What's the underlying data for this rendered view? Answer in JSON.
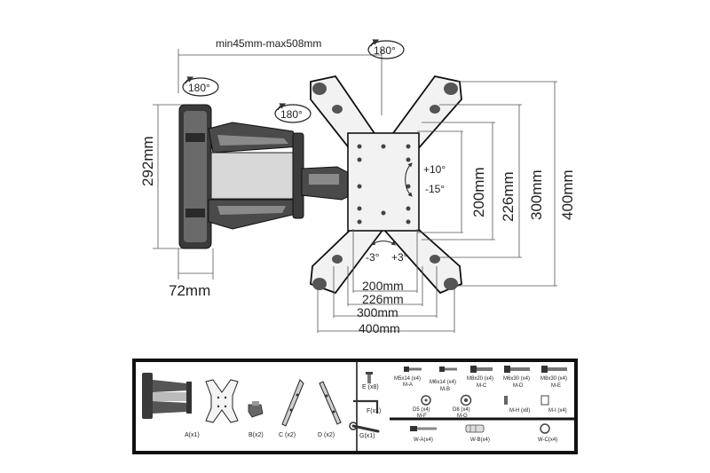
{
  "diagram": {
    "dimensions": {
      "extension": "min45mm-max508mm",
      "height_arm": "292mm",
      "depth_wall": "72mm",
      "v200": "200mm",
      "v226": "226mm",
      "v300": "300mm",
      "v400": "400mm",
      "h200": "200mm",
      "h226": "226mm",
      "h300": "300mm",
      "h400": "400mm"
    },
    "rotations": {
      "top": "180°",
      "left": "180°",
      "mid": "180°",
      "tilt_up": "+10°",
      "tilt_down": "-15°",
      "swivel_left": "-3°",
      "swivel_right": "+3°"
    }
  },
  "parts": {
    "a": "A(x1)",
    "b": "B(x2)",
    "c": "C (x2)",
    "d": "D (x2)",
    "e": "E (x8)",
    "f": "F(x1)",
    "g": "G(x1)",
    "screws": [
      {
        "size": "M5x14 (x4)",
        "code": "M-A"
      },
      {
        "size": "M6x14 (x4)",
        "code": "M-B"
      },
      {
        "size": "M8x20 (x4)",
        "code": "M-C"
      },
      {
        "size": "M6x30 (x4)",
        "code": "M-D"
      },
      {
        "size": "M8x30 (x4)",
        "code": "M-E"
      }
    ],
    "washers": [
      {
        "size": "D5 (x4)",
        "code": "M-F"
      },
      {
        "size": "D8 (x4)",
        "code": "M-G"
      },
      {
        "size": "M-H (x8)",
        "code": ""
      },
      {
        "size": "M-I (x4)",
        "code": ""
      }
    ],
    "anchors": [
      {
        "label": "W-A(x4)"
      },
      {
        "label": "W-B(x4)"
      },
      {
        "label": "W-C(x4)"
      }
    ]
  }
}
